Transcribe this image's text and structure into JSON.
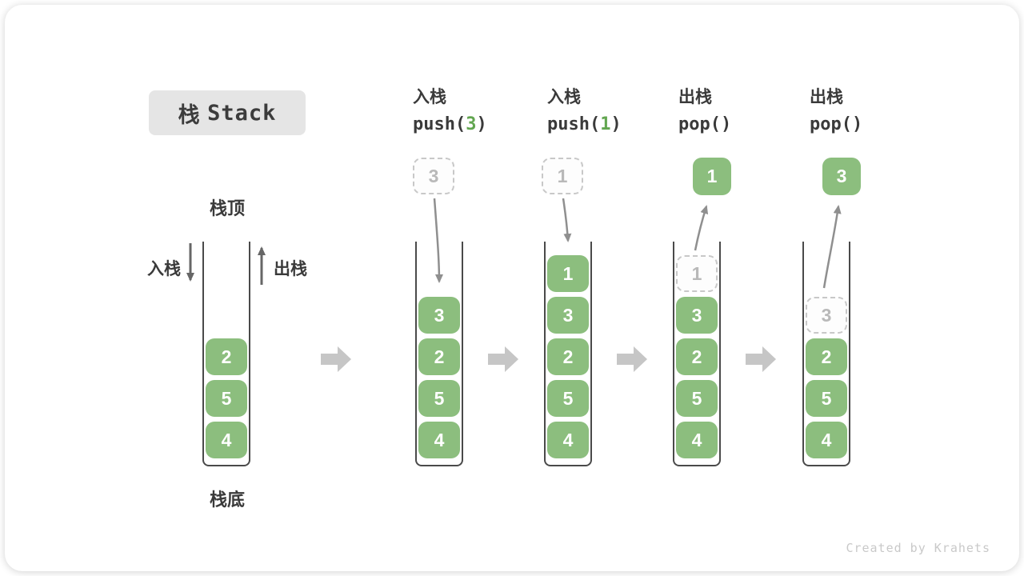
{
  "title": {
    "cn": "栈",
    "en": "Stack"
  },
  "side_labels": {
    "stack_top": "栈顶",
    "stack_bottom": "栈底",
    "push_in": "入栈",
    "pop_out": "出栈"
  },
  "operations": [
    {
      "label": "入栈",
      "code_pre": "push(",
      "code_arg": "3",
      "code_post": ")"
    },
    {
      "label": "入栈",
      "code_pre": "push(",
      "code_arg": "1",
      "code_post": ")"
    },
    {
      "label": "出栈",
      "code_pre": "pop(",
      "code_arg": "",
      "code_post": ")"
    },
    {
      "label": "出栈",
      "code_pre": "pop(",
      "code_arg": "",
      "code_post": ")"
    }
  ],
  "panels": [
    {
      "items_top_to_bottom": [
        "2",
        "5",
        "4"
      ],
      "ghost": null,
      "floating": null
    },
    {
      "items_top_to_bottom": [
        "3",
        "2",
        "5",
        "4"
      ],
      "ghost": null,
      "floating": {
        "style": "dashed",
        "value": "3"
      }
    },
    {
      "items_top_to_bottom": [
        "1",
        "3",
        "2",
        "5",
        "4"
      ],
      "ghost": null,
      "floating": {
        "style": "dashed",
        "value": "1"
      }
    },
    {
      "items_top_to_bottom": [
        "3",
        "2",
        "5",
        "4"
      ],
      "ghost": "1",
      "floating": {
        "style": "solid",
        "value": "1"
      }
    },
    {
      "items_top_to_bottom": [
        "2",
        "5",
        "4"
      ],
      "ghost": "3",
      "floating": {
        "style": "solid",
        "value": "3"
      }
    }
  ],
  "colors": {
    "box_green": "#8cbe7e",
    "code_arg_green": "#62a650",
    "container_stroke": "#4a4a4a",
    "curve_arrow": "#8f8f8f",
    "straight_arrow": "#666666",
    "block_arrow": "#c6c6c6",
    "ghost_border": "#c8c8c8",
    "ghost_text": "#b9b9b9",
    "title_bg": "#e5e5e5",
    "text_dark": "#3a3a3a",
    "credit_text": "#c9c9c9"
  },
  "footer": {
    "credit": "Created by Krahets"
  }
}
